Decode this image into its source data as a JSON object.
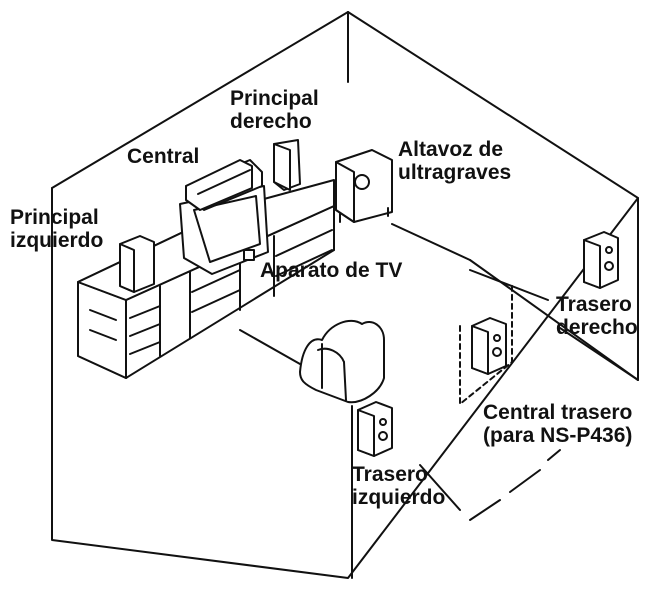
{
  "labels": {
    "principal_derecho": {
      "line1": "Principal",
      "line2": "derecho"
    },
    "central": {
      "line1": "Central"
    },
    "altavoz_ultragraves": {
      "line1": "Altavoz de",
      "line2": "ultragraves"
    },
    "principal_izquierdo": {
      "line1": "Principal",
      "line2": "izquierdo"
    },
    "aparato_tv": {
      "line1": "Aparato de TV"
    },
    "trasero_derecho": {
      "line1": "Trasero",
      "line2": "derecho"
    },
    "central_trasero": {
      "line1": "Central trasero",
      "line2": "(para NS-P436)"
    },
    "trasero_izquierdo": {
      "line1": "Trasero",
      "line2": "izquierdo"
    }
  },
  "colors": {
    "ink": "#111111",
    "background": "#ffffff"
  }
}
